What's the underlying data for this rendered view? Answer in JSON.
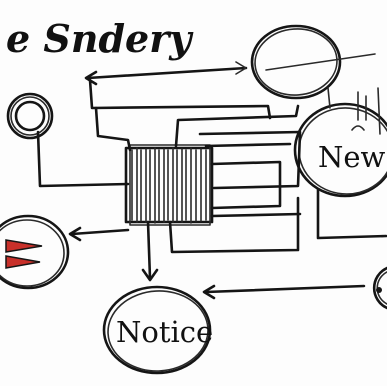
{
  "diagram": {
    "title": "e Sndery",
    "nodes": {
      "news": {
        "label": "New"
      },
      "notice": {
        "label": "Notice"
      }
    },
    "icons": {
      "top_circle": "empty-circle-node-icon",
      "left_ring": "ring-node-icon",
      "center_block": "hatched-hub-block-icon",
      "left_oval": "red-triangles-node-icon",
      "right_partial": "partial-circle-node-icon"
    },
    "colors": {
      "ink": "#151515",
      "accent_red": "#c8302a",
      "background": "#fdfdfd"
    }
  }
}
